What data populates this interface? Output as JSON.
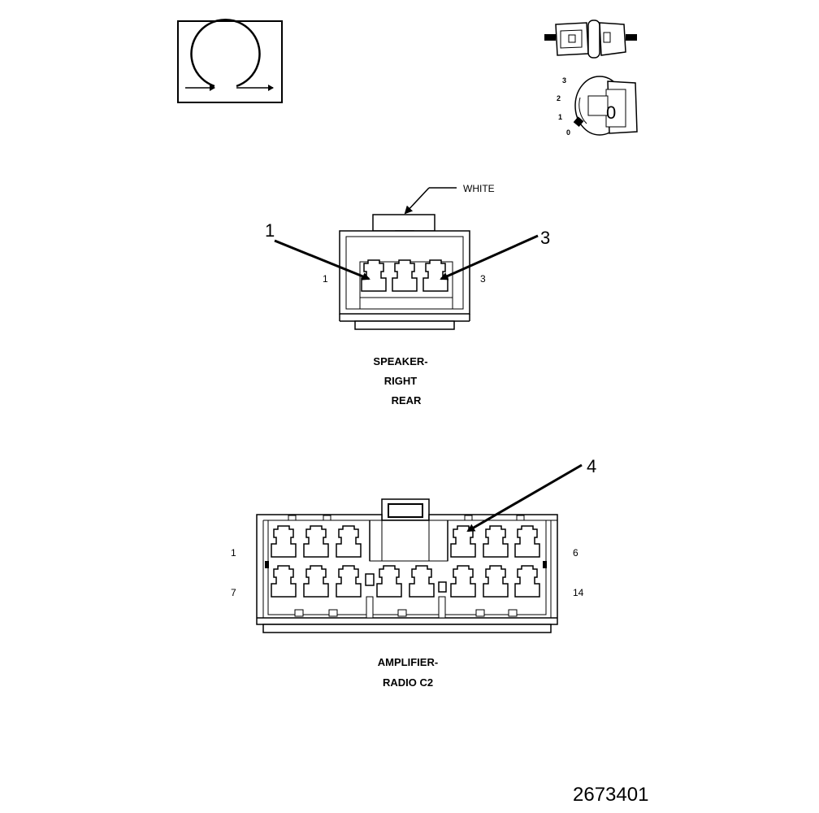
{
  "header": {
    "icon_name": "omega-symbol-icon",
    "switch_icon_name": "ignition-switch-icon",
    "key_positions": [
      "3",
      "2",
      "1",
      "0"
    ],
    "key_label": "0"
  },
  "speaker_connector": {
    "color_label": "WHITE",
    "callout_left": "1",
    "callout_right": "3",
    "pin_left": "1",
    "pin_right": "3",
    "title_lines": [
      "SPEAKER-",
      "RIGHT",
      "REAR"
    ]
  },
  "amplifier_connector": {
    "callout": "4",
    "pin_top_left": "1",
    "pin_top_right": "6",
    "pin_bottom_left": "7",
    "pin_bottom_right": "14",
    "title_lines": [
      "AMPLIFIER-",
      "RADIO C2"
    ]
  },
  "figure_id": "2673401"
}
